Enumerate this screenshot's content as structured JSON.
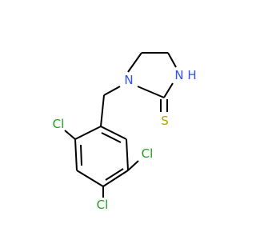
{
  "structure": {
    "atom_labels": {
      "n1": "N",
      "nh": "N",
      "h": "H",
      "s": "S",
      "cl_a": "Cl",
      "cl_b": "Cl",
      "cl_c": "Cl"
    }
  },
  "colors": {
    "bond": "#000000",
    "nitrogen": "#3050F8",
    "sulfur": "#B2A200",
    "chlorine": "#1FA01F"
  }
}
